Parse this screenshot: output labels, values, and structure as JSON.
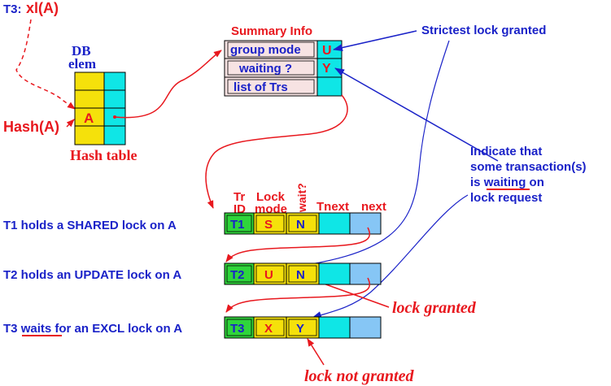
{
  "t3_request": {
    "label": "T3:",
    "expr": "xl(A)"
  },
  "hash_table": {
    "header_line1": "DB",
    "header_line2": "elem",
    "entry": "A",
    "caption": "Hash table",
    "hash_label": "Hash(A)"
  },
  "summary": {
    "title": "Summary Info",
    "rows": [
      {
        "label": "group mode",
        "value": "U"
      },
      {
        "label": "waiting ?",
        "value": "Y"
      },
      {
        "label": "list of Trs",
        "value": ""
      }
    ]
  },
  "annotations": {
    "strictest": "Strictest lock granted",
    "indicate_line1": "Indicate that",
    "indicate_line2": "some transaction(s)",
    "indicate_line3_pre": "is ",
    "indicate_line3_word": "waiting",
    "indicate_line3_post": " on",
    "indicate_line4": "lock request",
    "lock_granted": "lock granted",
    "lock_not_granted": "lock not granted"
  },
  "lock_list": {
    "headers": {
      "tr_id_line1": "Tr",
      "tr_id_line2": "ID",
      "lock_mode_line1": "Lock",
      "lock_mode_line2": "mode",
      "wait": "wait?",
      "tnext": "Tnext",
      "next": "next"
    },
    "rows": [
      {
        "desc_pre": "T1 holds a SHARED lock on A",
        "desc_word": "",
        "desc_post": "",
        "tr": "T1",
        "mode": "S",
        "wait": "N"
      },
      {
        "desc_pre": "T2 holds an UPDATE lock on A",
        "desc_word": "",
        "desc_post": "",
        "tr": "T2",
        "mode": "U",
        "wait": "N"
      },
      {
        "desc_pre": "T3 ",
        "desc_word": "waits",
        "desc_post": " for an EXCL lock on A",
        "tr": "T3",
        "mode": "X",
        "wait": "Y"
      }
    ]
  },
  "colors": {
    "red": "#e8181e",
    "blue": "#1a22c8",
    "green": "#2fd53b",
    "yellow": "#f5e10b",
    "cyan": "#0fe6e6",
    "lightblue": "#86c6f5",
    "pink": "#f7e3e3"
  }
}
